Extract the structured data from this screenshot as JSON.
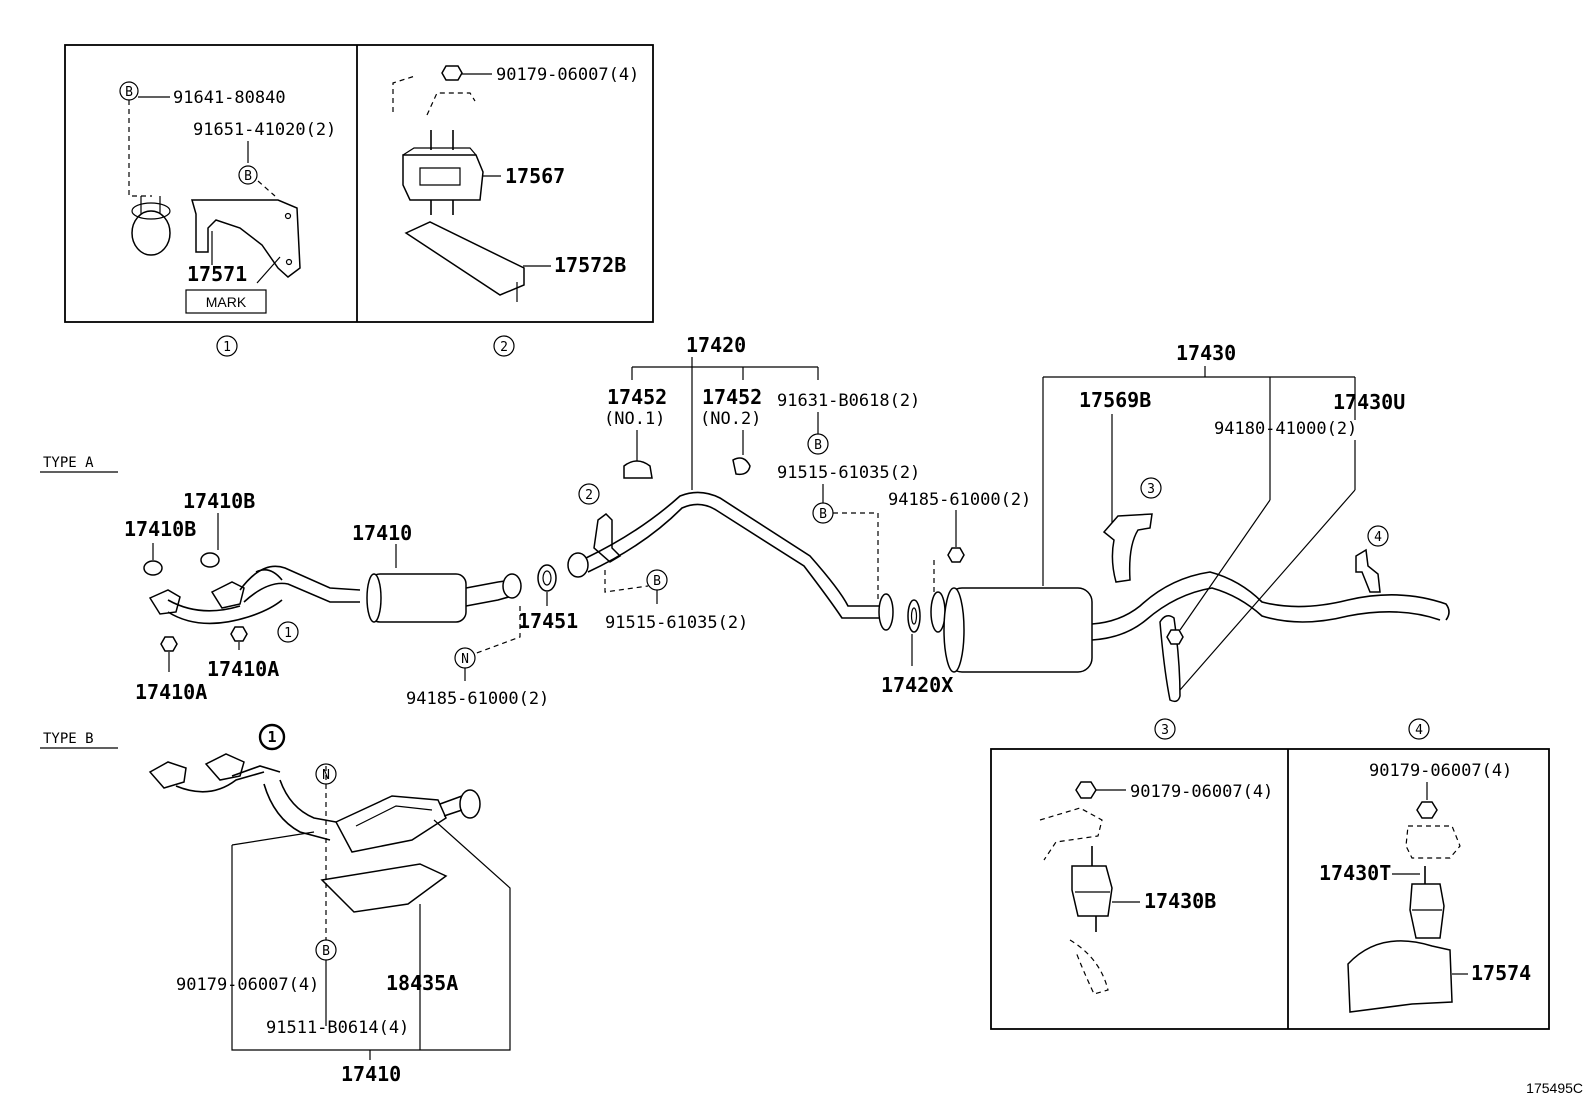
{
  "diagram_code": "175495C",
  "types": {
    "a": "TYPE  A",
    "b": "TYPE  B"
  },
  "callouts": {
    "c1": "1",
    "c2": "2",
    "c3": "3",
    "c4": "4"
  },
  "symbols": {
    "b": "B",
    "n": "N"
  },
  "inset1": {
    "p_91641": "91641-80840",
    "p_91651": "91651-41020(2)",
    "p_17571": "17571",
    "mark": "MARK"
  },
  "inset2": {
    "p_90179": "90179-06007(4)",
    "p_17567": "17567",
    "p_17572b": "17572B"
  },
  "type_a": {
    "p_17410b_1": "17410B",
    "p_17410b_2": "17410B",
    "p_17410": "17410",
    "p_17410a_1": "17410A",
    "p_17410a_2": "17410A",
    "p_17451": "17451",
    "p_94185_a": "94185-61000(2)",
    "p_91515_a": "91515-61035(2)",
    "p_17420": "17420",
    "p_17452_1": "17452",
    "p_17452_1_sub": "(NO.1)",
    "p_17452_2": "17452",
    "p_17452_2_sub": "(NO.2)",
    "p_91631": "91631-B0618(2)",
    "p_91515_b": "91515-61035(2)",
    "p_94185_b": "94185-61000(2)",
    "p_17420x": "17420X",
    "p_17430": "17430",
    "p_17569b": "17569B",
    "p_17430u": "17430U",
    "p_94180": "94180-41000(2)"
  },
  "inset3": {
    "p_90179": "90179-06007(4)",
    "p_17430b": "17430B"
  },
  "inset4": {
    "p_90179": "90179-06007(4)",
    "p_17430t": "17430T",
    "p_17574": "17574"
  },
  "type_b": {
    "p_90179": "90179-06007(4)",
    "p_18435a": "18435A",
    "p_91511": "91511-B0614(4)",
    "p_17410": "17410"
  }
}
